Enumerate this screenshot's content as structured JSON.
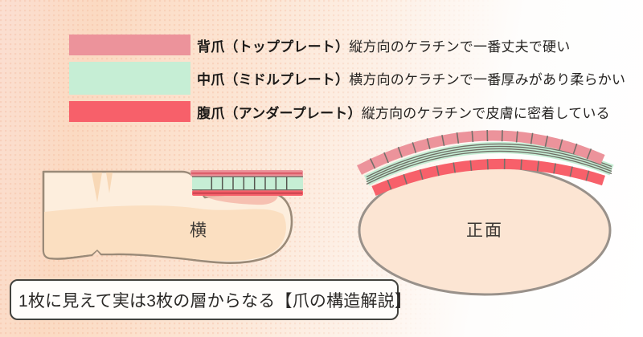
{
  "caption": "1枚に見えて実は3枚の層からなる【爪の構造解説】",
  "legend": {
    "items": [
      {
        "label": "背爪（トッププレート）",
        "desc": "縦方向のケラチンで一番丈夫で硬い",
        "color": "#ec939b"
      },
      {
        "label": "中爪（ミドルプレート）",
        "desc": "横方向のケラチンで一番厚みがあり柔らかい",
        "color": "#c6eed5"
      },
      {
        "label": "腹爪（アンダープレート）",
        "desc": "縦方向のケラチンで皮膚に密着している",
        "color": "#f7606a"
      }
    ]
  },
  "diagrams": {
    "side_view_label": "横",
    "front_view_label": "正面"
  },
  "colors": {
    "top_plate": "#ec939b",
    "middle_plate": "#c6eed5",
    "under_plate": "#f7606a",
    "top_plate_line": "#dd5f6b",
    "under_plate_line": "#c8434e",
    "plate_tick": "#55554f",
    "front_tick": "#74706a",
    "green_line": "#6f6f66",
    "skin_light": "#fdeedd",
    "skin_shade": "#fbdfc1",
    "skin_crease": "#f8d8b6",
    "nail_bed": "#f4b7a9",
    "outline": "#9a8a78",
    "front_outline": "#99918a",
    "front_skin": "#fce5d3",
    "caption_border": "#42423e"
  }
}
